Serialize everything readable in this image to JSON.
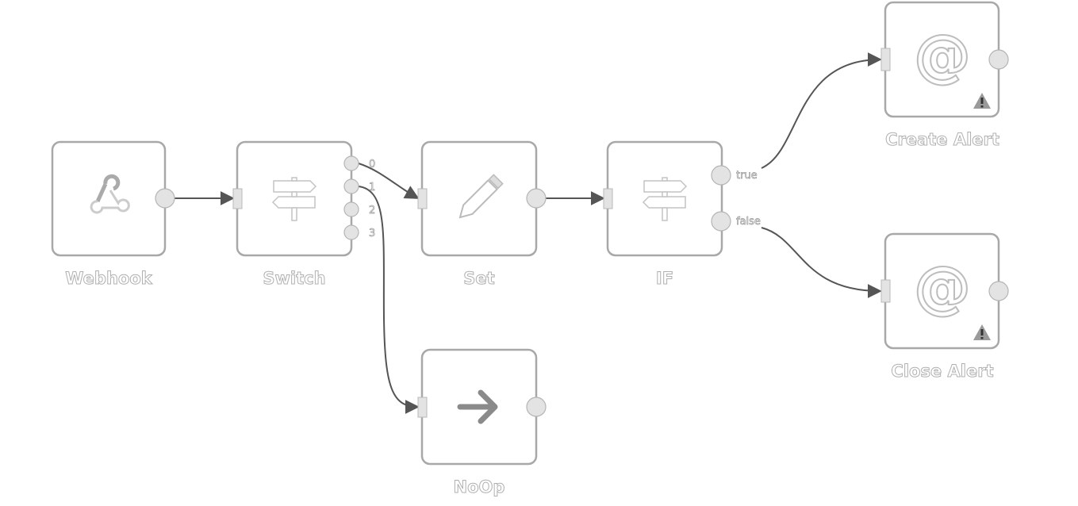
{
  "nodes": {
    "webhook": {
      "name": "Webhook",
      "icon": "webhook-icon"
    },
    "switch": {
      "name": "Switch",
      "icon": "signpost-icon",
      "outputs": [
        "0",
        "1",
        "2",
        "3"
      ]
    },
    "set": {
      "name": "Set",
      "icon": "pencil-icon"
    },
    "if": {
      "name": "IF",
      "icon": "signpost-icon",
      "outputs": [
        "true",
        "false"
      ]
    },
    "noop": {
      "name": "NoOp",
      "icon": "arrow-right-icon"
    },
    "create_alert": {
      "name": "Create Alert",
      "icon": "at-icon",
      "warning": true
    },
    "close_alert": {
      "name": "Close Alert",
      "icon": "at-icon",
      "warning": true
    }
  },
  "colors": {
    "edge": "#555555",
    "node_border": "#a8a8a8",
    "handle": "#e3e3e3"
  }
}
